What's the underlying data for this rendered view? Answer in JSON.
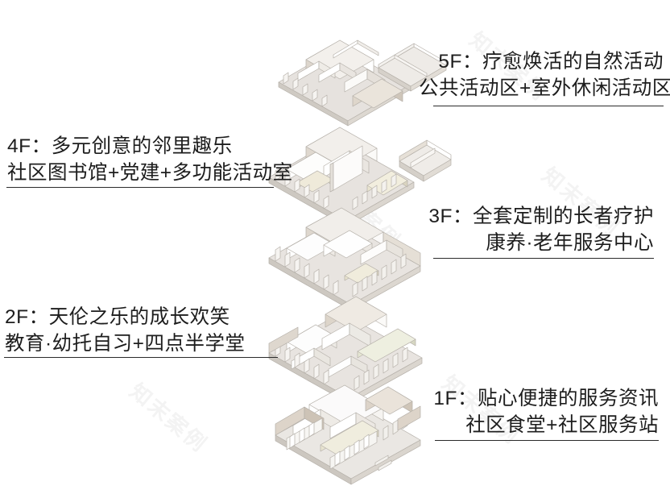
{
  "diagram": {
    "type": "exploded-axonometric-floor-stack",
    "title_visible": false,
    "floor_count": 5,
    "colors": {
      "text": "#1d1d1d",
      "rule": "#2b2b2b",
      "slab": "#d9d6d1",
      "slab_top": "#e9e6e2",
      "wall_light": "#ffffff",
      "wall_shade": "#ded7cf",
      "wall_edge": "#b9b4ad",
      "accent_cream": "#e8e3cf",
      "background": "#ffffff",
      "watermark": "#f3f3f3"
    },
    "watermark": {
      "text": "知末案例",
      "rotation_deg": 40,
      "instances": 5
    }
  },
  "floors": [
    {
      "id": "5f",
      "code": "5F",
      "side": "right",
      "line1": "5F：疗愈焕活的自然活动",
      "line2": "公共活动区+室外休闲活动区"
    },
    {
      "id": "4f",
      "code": "4F",
      "side": "left",
      "line1": "4F：多元创意的邻里趣乐",
      "line2": "社区图书馆+党建+多功能活动室"
    },
    {
      "id": "3f",
      "code": "3F",
      "side": "right",
      "line1": "3F：全套定制的长者疗护",
      "line2": "康养·老年服务中心"
    },
    {
      "id": "2f",
      "code": "2F",
      "side": "left",
      "line1": "2F：天伦之乐的成长欢笑",
      "line2": "教育·幼托自习+四点半学堂"
    },
    {
      "id": "1f",
      "code": "1F",
      "side": "right",
      "line1": "1F：贴心便捷的服务资讯",
      "line2": "社区食堂+社区服务站"
    }
  ],
  "watermarks": [
    {
      "text": "知末案例"
    },
    {
      "text": "知末案例"
    },
    {
      "text": "知末案例"
    },
    {
      "text": "知末案例"
    },
    {
      "text": "知末案例"
    }
  ]
}
